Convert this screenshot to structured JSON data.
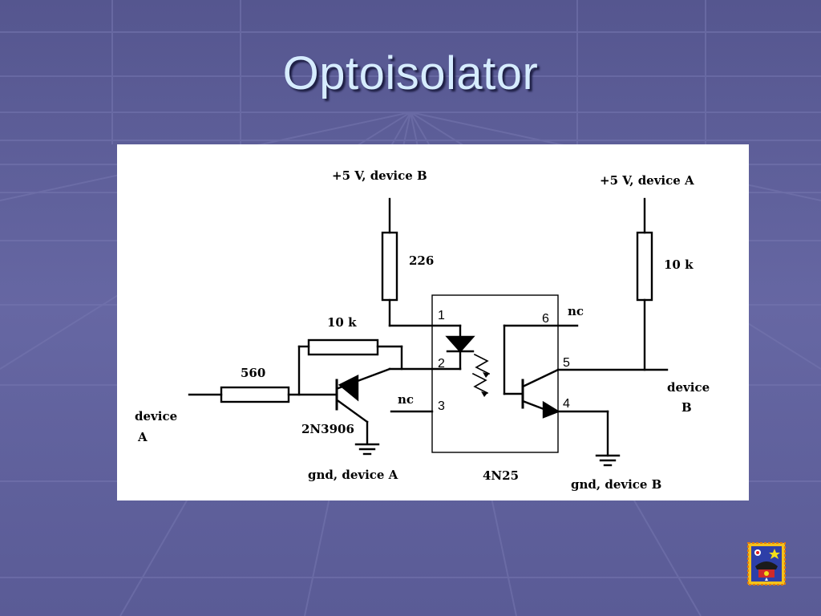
{
  "slide": {
    "title": "Optoisolator"
  },
  "diagram": {
    "labels": {
      "vcc_b": "+5 V, device B",
      "vcc_a": "+5 V, device A",
      "r_top_left": "226",
      "r_top_right": "10 k",
      "r_feedback": "10 k",
      "r_input": "560",
      "input_line1": "device",
      "input_line2": "A",
      "output_line1": "device",
      "output_line2": "B",
      "transistor": "2N3906",
      "gnd_a": "gnd, device A",
      "gnd_b": "gnd, device B",
      "chip": "4N25",
      "nc_left": "nc",
      "nc_right": "nc"
    },
    "pins": {
      "p1": "1",
      "p2": "2",
      "p3": "3",
      "p4": "4",
      "p5": "5",
      "p6": "6"
    }
  },
  "logo": {
    "icon": "clown-phone-stamp-icon"
  }
}
